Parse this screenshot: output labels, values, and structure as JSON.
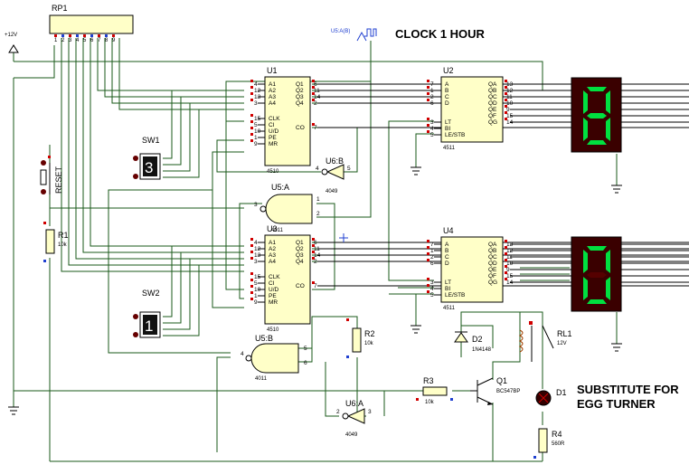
{
  "title_clock": "CLOCK 1 HOUR",
  "title_substitute_line1": "SUBSTITUTE FOR",
  "title_substitute_line2": "EGG TURNER",
  "supply": "+12V",
  "clock_source": "U5:A(B)",
  "rp1": {
    "ref": "RP1",
    "pins": [
      "1",
      "2",
      "3",
      "4",
      "5",
      "6",
      "7",
      "8",
      "9"
    ]
  },
  "reset": {
    "ref": "RESET"
  },
  "r1": {
    "ref": "R1",
    "value": "10k"
  },
  "r2": {
    "ref": "R2",
    "value": "10k"
  },
  "r3": {
    "ref": "R3",
    "value": "10k"
  },
  "r4": {
    "ref": "R4",
    "value": "560R"
  },
  "sw1": {
    "ref": "SW1",
    "digit": "3"
  },
  "sw2": {
    "ref": "SW2",
    "digit": "1"
  },
  "u1": {
    "ref": "U1",
    "part": "4510",
    "left_pins": [
      "A1",
      "A2",
      "A3",
      "A4",
      "CLK",
      "CI",
      "U/D",
      "PE",
      "MR"
    ],
    "left_nums": [
      "4",
      "12",
      "13",
      "3",
      "15",
      "5",
      "10",
      "1",
      "9"
    ],
    "right_pins": [
      "Q1",
      "Q2",
      "Q3",
      "Q4",
      "CO"
    ],
    "right_nums": [
      "6",
      "11",
      "14",
      "2",
      "7"
    ]
  },
  "u3": {
    "ref": "U3",
    "part": "4510",
    "left_pins": [
      "A1",
      "A2",
      "A3",
      "A4",
      "CLK",
      "CI",
      "U/D",
      "PE",
      "MR"
    ],
    "left_nums": [
      "4",
      "12",
      "13",
      "3",
      "15",
      "5",
      "10",
      "1",
      "9"
    ],
    "right_pins": [
      "Q1",
      "Q2",
      "Q3",
      "Q4",
      "CO"
    ],
    "right_nums": [
      "6",
      "11",
      "14",
      "2",
      "7"
    ]
  },
  "u2": {
    "ref": "U2",
    "part": "4511",
    "left_pins": [
      "A",
      "B",
      "C",
      "D",
      "LT",
      "BI",
      "LE/STB"
    ],
    "left_nums": [
      "7",
      "1",
      "2",
      "6",
      "3",
      "4",
      "5"
    ],
    "right_pins": [
      "QA",
      "QB",
      "QC",
      "QD",
      "QE",
      "QF",
      "QG"
    ],
    "right_nums": [
      "13",
      "12",
      "11",
      "10",
      "9",
      "15",
      "14"
    ]
  },
  "u4": {
    "ref": "U4",
    "part": "4511",
    "left_pins": [
      "A",
      "B",
      "C",
      "D",
      "LT",
      "BI",
      "LE/STB"
    ],
    "left_nums": [
      "7",
      "1",
      "2",
      "6",
      "3",
      "4",
      "5"
    ],
    "right_pins": [
      "QA",
      "QB",
      "QC",
      "QD",
      "QE",
      "QF",
      "QG"
    ],
    "right_nums": [
      "13",
      "12",
      "11",
      "10",
      "9",
      "15",
      "14"
    ]
  },
  "u6b": {
    "ref": "U6:B",
    "part": "4049",
    "in": "5",
    "out": "4"
  },
  "u6a": {
    "ref": "U6:A",
    "part": "4049",
    "in": "3",
    "out": "2"
  },
  "u5a": {
    "ref": "U5:A",
    "part": "4011",
    "in1": "1",
    "in2": "2",
    "out": "3"
  },
  "u5b": {
    "ref": "U5:B",
    "part": "4011",
    "in1": "5",
    "in2": "6",
    "out": "4"
  },
  "d2": {
    "ref": "D2",
    "part": "1N4148"
  },
  "q1": {
    "ref": "Q1",
    "part": "BC547BP"
  },
  "rl1": {
    "ref": "RL1",
    "value": "12V"
  },
  "d1": {
    "ref": "D1"
  },
  "display_top": {
    "digit": "8"
  },
  "display_bottom": {
    "digit": "0"
  },
  "colors": {
    "wire": "#1a5a1a",
    "segment_on": "#00e040",
    "chip_fill": "#ffffc8",
    "pin_red": "#d00000",
    "pin_blue": "#2040d0"
  }
}
